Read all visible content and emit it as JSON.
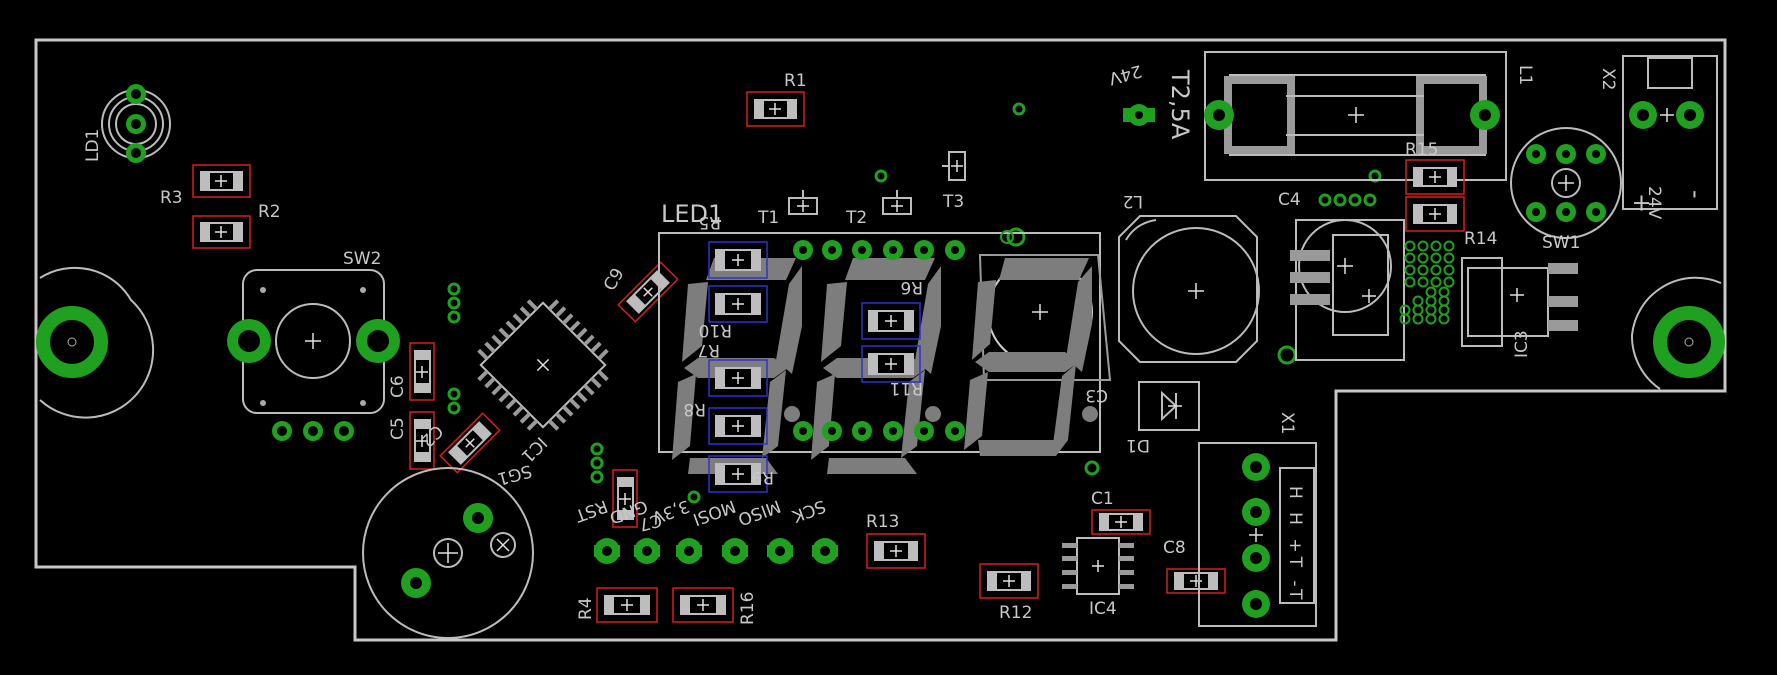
{
  "board": {
    "labels": {
      "LD1": "LD1",
      "R1": "R1",
      "R2": "R2",
      "R3": "R3",
      "R4": "R4",
      "R5": "R5",
      "R6": "R6",
      "R7": "R7",
      "R8": "R8",
      "R9": "R9",
      "R10": "R10",
      "R11": "R11",
      "R12": "R12",
      "R13": "R13",
      "R14": "R14",
      "R15": "R15",
      "R16": "R16",
      "SW1": "SW1",
      "SW2": "SW2",
      "LED1": "LED1",
      "T1": "T1",
      "T2": "T2",
      "T3": "T3",
      "C1": "C1",
      "C2": "C2",
      "C3": "C3",
      "C4": "C4",
      "C5": "C5",
      "C6": "C6",
      "C7": "C7",
      "C8": "C8",
      "C9": "C9",
      "IC1": "IC1",
      "IC3": "IC3",
      "IC4": "IC4",
      "D1": "D1",
      "L1": "L1",
      "L2": "L2",
      "X1": "X1",
      "X2": "X2",
      "SG1": "SG1",
      "fuse_rating": "T2,5A",
      "v24_top": "24V",
      "v24_right": "24V",
      "plus": "+",
      "minus": "-",
      "x1_pins": "H H +T -T",
      "isp": [
        "RST",
        "GND",
        "3,3V",
        "MOSI",
        "MISO",
        "SCK"
      ]
    },
    "colors": {
      "background": "#000000",
      "outline": "#c8c8c8",
      "pad": "#1fa11f",
      "resistor_box": "#d41f1f",
      "led_box": "#3030d0",
      "segment": "#7d7d7d"
    }
  }
}
